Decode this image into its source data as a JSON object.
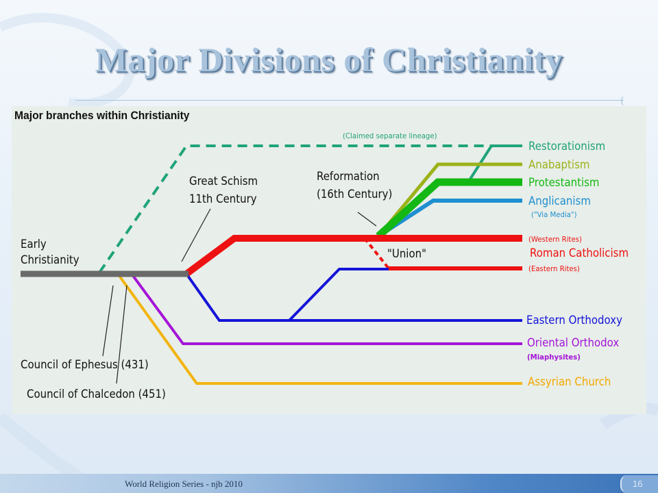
{
  "slide": {
    "title": "Major Divisions of Christianity",
    "footer": "World Religion Series - njb 2010",
    "page_number": "16"
  },
  "diagram": {
    "heading": "Major branches within Christianity",
    "labels": {
      "claimed_lineage": "(Claimed separate lineage)",
      "early_line1": "Early",
      "early_line2": "Christianity",
      "schism_line1": "Great Schism",
      "schism_line2": "11th Century",
      "reformation_line1": "Reformation",
      "reformation_line2": "(16th Century)",
      "union": "\"Union\"",
      "ephesus": "Council of Ephesus (431)",
      "chalcedon": "Council of Chalcedon (451)"
    },
    "branches": {
      "restorationism": {
        "label": "Restorationism",
        "color": "#1fa37a"
      },
      "anabaptism": {
        "label": "Anabaptism",
        "color": "#9cb21a"
      },
      "protestantism": {
        "label": "Protestantism",
        "color": "#14b814"
      },
      "anglicanism": {
        "label": "Anglicanism",
        "note": "(\"Via Media\")",
        "color": "#1e8fd0"
      },
      "western_rites": {
        "label": "(Western Rites)",
        "color": "#ee1111"
      },
      "roman_catholicism": {
        "label": "Roman Catholicism",
        "color": "#ee1111"
      },
      "eastern_rites": {
        "label": "(Eastern Rites)",
        "color": "#ee1111"
      },
      "eastern_orthodoxy": {
        "label": "Eastern Orthodoxy",
        "color": "#1414d8"
      },
      "oriental_orthodox": {
        "label": "Oriental Orthodox",
        "note": "(Miaphysites)",
        "color": "#a414d8"
      },
      "assyrian": {
        "label": "Assyrian Church",
        "color": "#f2b410"
      }
    },
    "colors": {
      "trunk": "#6a6a6a",
      "green_dashed": "#1fa37a"
    }
  }
}
